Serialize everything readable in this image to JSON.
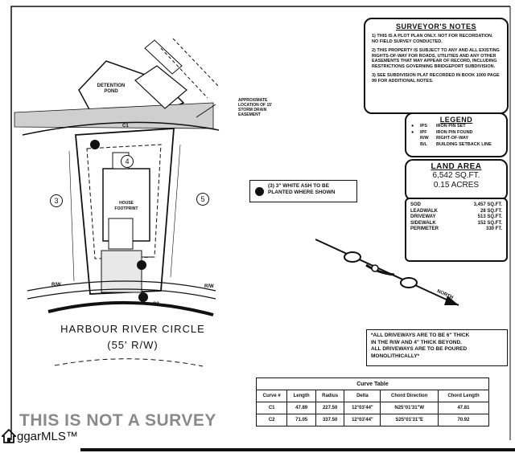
{
  "surveyor_notes": {
    "title": "SURVEYOR'S NOTES",
    "notes": [
      "1) THIS IS A PLOT PLAN ONLY. NOT FOR RECORDATION. NO FIELD SURVEY CONDUCTED.",
      "2) THIS PROPERTY IS SUBJECT TO ANY AND ALL EXISTING RIGHTS-OF-WAY FOR ROADS, UTILITIES AND ANY OTHER EASEMENTS THAT MAY APPEAR OF RECORD, INCLUDING RESTRICTIONS GOVERNING BRIDGEPORT SUBDIVISION.",
      "3) SEE SUBDIVISION PLAT RECORDED IN BOOK 1000 PAGE 99 FOR ADDITIONAL NOTES."
    ]
  },
  "legend": {
    "title": "LEGEND",
    "rows": [
      {
        "sym": "●",
        "abbr": "IPS",
        "desc": "IRON PIN SET"
      },
      {
        "sym": "●",
        "abbr": "IPF",
        "desc": "IRON PIN FOUND"
      },
      {
        "sym": "",
        "abbr": "R/W",
        "desc": "RIGHT-OF-WAY"
      },
      {
        "sym": "",
        "abbr": "B/L",
        "desc": "BUILDING SETBACK LINE"
      }
    ]
  },
  "land_area": {
    "title": "LAND AREA",
    "sqft": "6,542 SQ.FT.",
    "acres": "0.15 ACRES"
  },
  "areas": [
    {
      "label": "SOD",
      "value": "3,457 SQ.FT."
    },
    {
      "label": "LEADWALK",
      "value": "28 SQ.FT."
    },
    {
      "label": "DRIVEWAY",
      "value": "513 SQ.FT."
    },
    {
      "label": "SIDEWALK",
      "value": "152 SQ.FT."
    },
    {
      "label": "PERIMETER",
      "value": "330 FT."
    }
  ],
  "ash_note": "(3) 3\" WHITE ASH TO BE PLANTED WHERE SHOWN",
  "driveway_note": [
    "*ALL DRIVEWAYS ARE TO BE 6\" THICK",
    "IN THE R/W AND 4\" THICK BEYOND.",
    "ALL DRIVEWAYS ARE TO BE POURED",
    "MONOLITHICALLY*"
  ],
  "curve_table": {
    "title": "Curve Table",
    "headers": [
      "Curve #",
      "Length",
      "Radius",
      "Delta",
      "Chord Direction",
      "Chord Length"
    ],
    "rows": [
      [
        "C1",
        "47.89",
        "227.50",
        "12°03'44\"",
        "N25°01'31\"W",
        "47.81"
      ],
      [
        "C2",
        "71.05",
        "337.50",
        "12°03'44\"",
        "S25°01'31\"E",
        "70.92"
      ]
    ]
  },
  "plan": {
    "street_name": "HARBOUR RIVER CIRCLE",
    "street_row": "(55' R/W)",
    "detention_pond": "DETENTION POND",
    "easement_label": "APPROXIMATE LOCATION OF 15' STORM DRAIN EASEMENT",
    "lot_center": "4",
    "lot_left": "3",
    "lot_right": "5",
    "house_label": "HOUSE FOOTPRINT",
    "rw_label": "R/W",
    "c2_label": "C2",
    "c1_label": "C1",
    "north_label": "NORTH"
  },
  "not_survey": "THIS IS NOT A SURVEY",
  "mls": "ggarMLS™"
}
